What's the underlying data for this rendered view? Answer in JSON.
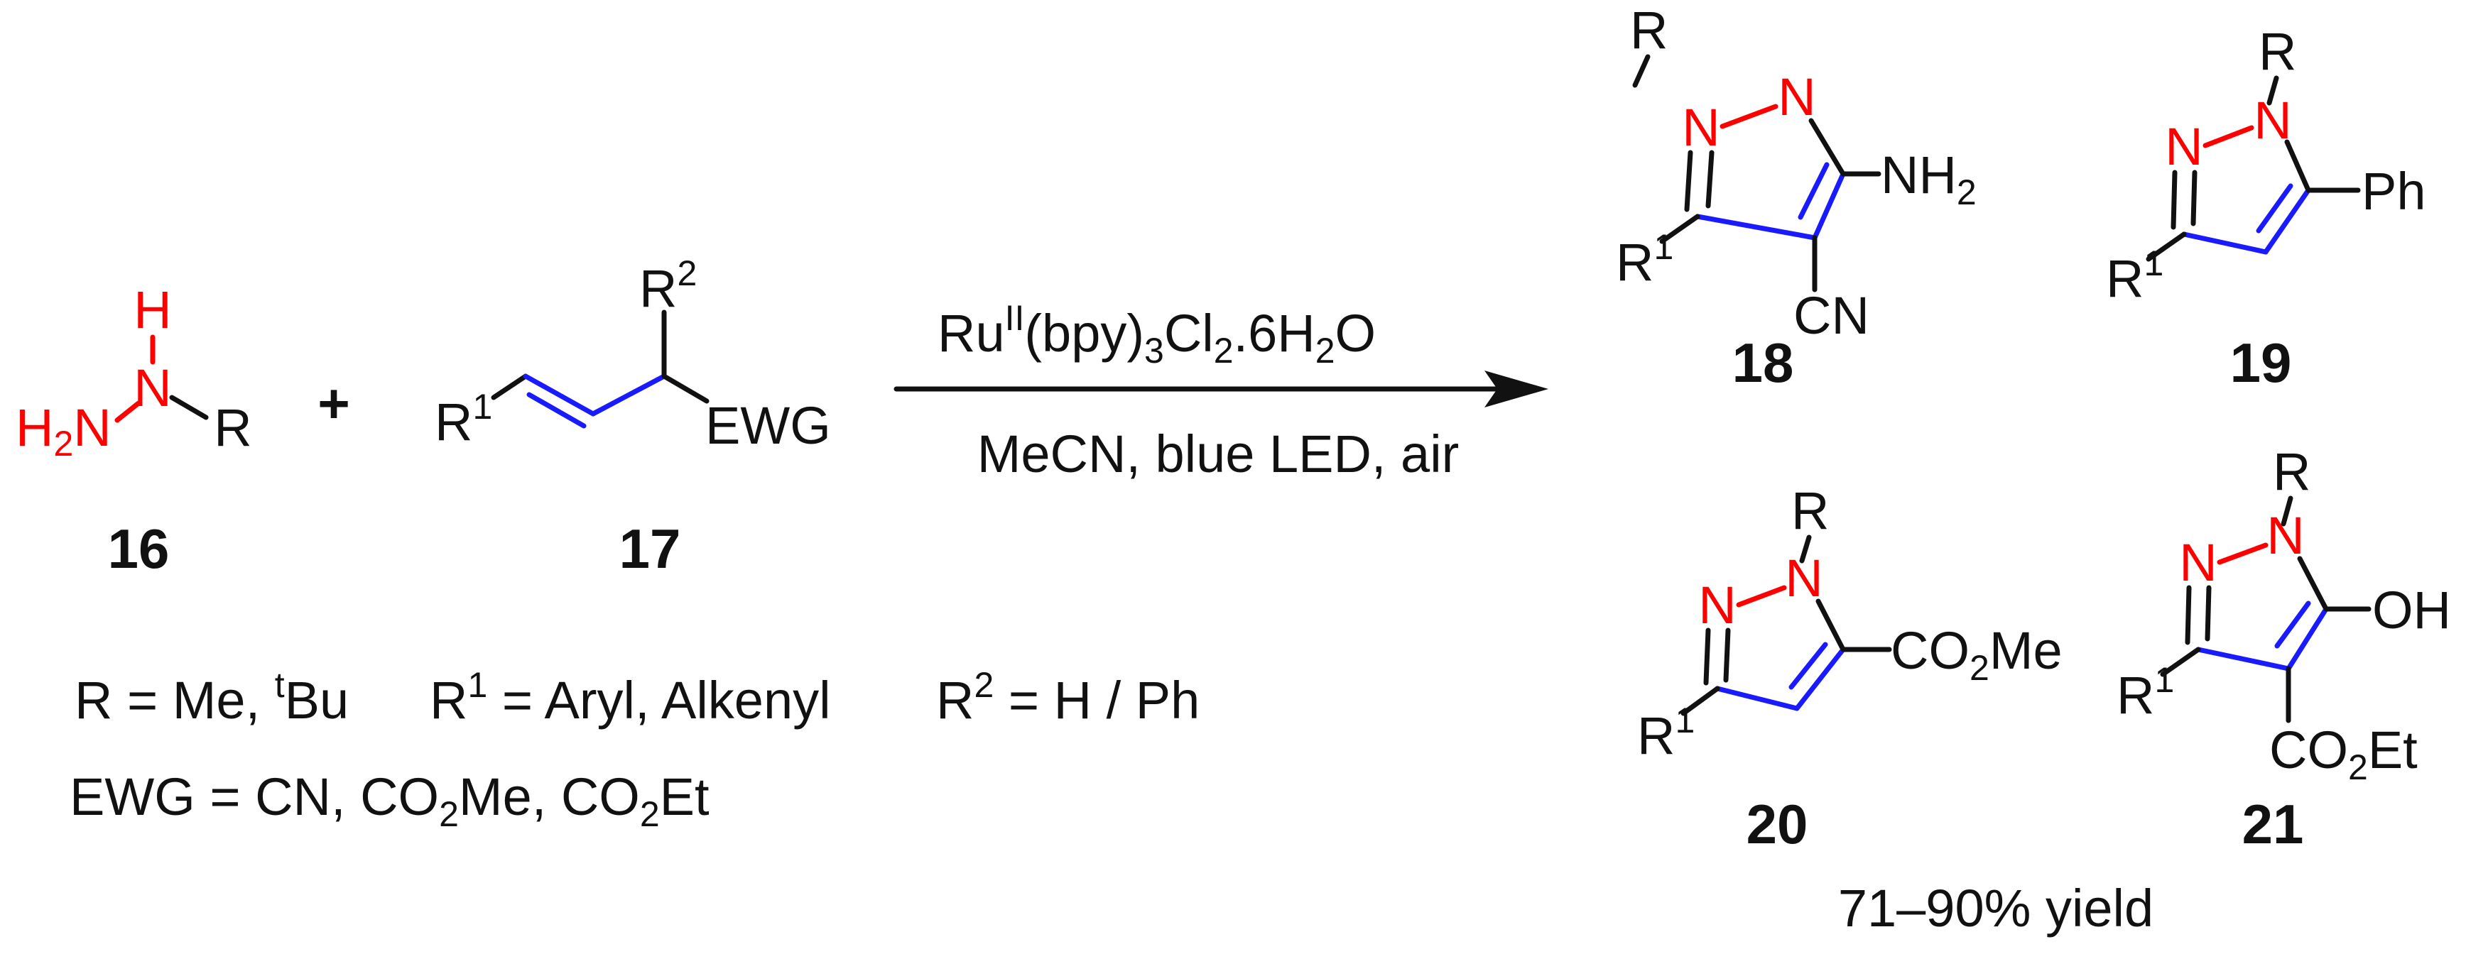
{
  "colors": {
    "heteroatom": "#ff0000",
    "new_bond": "#1a1aff",
    "ink": "#111111",
    "background": "#ffffff"
  },
  "reactants": {
    "hydrazine": {
      "h": "H",
      "n": "N",
      "h2n_h": "H",
      "h2n_sub": "2",
      "h2n_n": "N",
      "r": "R",
      "label": "16"
    },
    "plus": "+",
    "alkene": {
      "r1": "R",
      "r1_sup": "1",
      "r2": "R",
      "r2_sup": "2",
      "ewg": "EWG",
      "label": "17"
    }
  },
  "conditions": {
    "catalyst": {
      "p1": "Ru",
      "p2": "II",
      "p3": "(bpy)",
      "p4": "3",
      "p5": "Cl",
      "p6": "2",
      "p7": ".6H",
      "p8": "2",
      "p9": "O"
    },
    "below": "MeCN, blue LED, air"
  },
  "definitions": {
    "r": {
      "p1": "R = Me, ",
      "p2": "t",
      "p3": "Bu"
    },
    "r1": {
      "p1": "R",
      "p2": "1",
      "p3": " = Aryl, Alkenyl"
    },
    "r2": {
      "p1": "R",
      "p2": "2",
      "p3": " = H / Ph"
    },
    "ewg": {
      "p1": "EWG = CN, CO",
      "p2": "2",
      "p3": "Me, CO",
      "p4": "2",
      "p5": "Et"
    }
  },
  "products": {
    "p18": {
      "r": "R",
      "n1": "N",
      "n2": "N",
      "r1": "R",
      "r1_sup": "1",
      "nh2": "NH",
      "nh2_sub": "2",
      "cn": "CN",
      "label": "18"
    },
    "p19": {
      "r": "R",
      "n1": "N",
      "n2": "N",
      "r1": "R",
      "r1_sup": "1",
      "ph": "Ph",
      "label": "19"
    },
    "p20": {
      "r": "R",
      "n1": "N",
      "n2": "N",
      "r1": "R",
      "r1_sup": "1",
      "co2me": "CO",
      "co2me_sub": "2",
      "co2me_tail": "Me",
      "label": "20"
    },
    "p21": {
      "r": "R",
      "n1": "N",
      "n2": "N",
      "r1": "R",
      "r1_sup": "1",
      "oh": "OH",
      "co2et": "CO",
      "co2et_sub": "2",
      "co2et_tail": "Et",
      "label": "21"
    }
  },
  "yield": "71–90% yield"
}
